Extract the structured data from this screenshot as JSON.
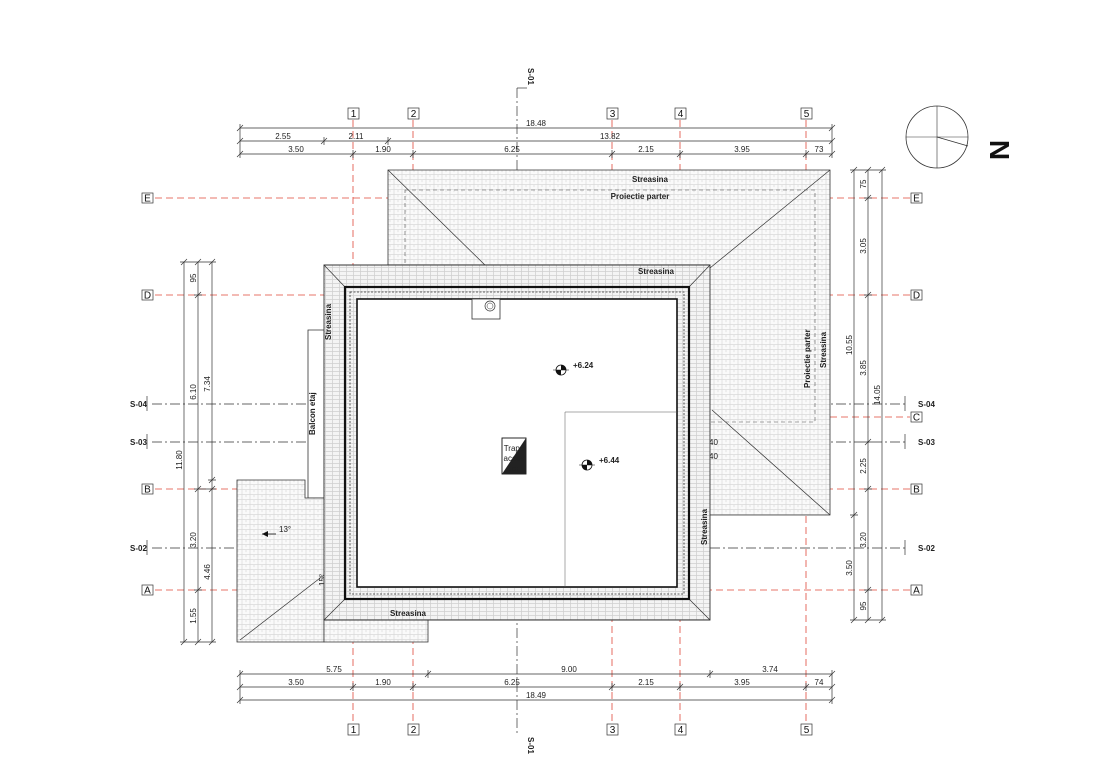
{
  "north": {
    "label": "N"
  },
  "axes_numbered": [
    "1",
    "2",
    "3",
    "4",
    "5"
  ],
  "axes_lettered": [
    "E",
    "D",
    "C",
    "B",
    "A"
  ],
  "sections": {
    "s01": "S-01",
    "s02": "S-02",
    "s03": "S-03",
    "s04": "S-04"
  },
  "dims_top": {
    "overall": "18.48",
    "r2": [
      "2.55",
      "2.11",
      "13.82"
    ],
    "r3": [
      "3.50",
      "1.90",
      "6.25",
      "2.15",
      "3.95",
      "73"
    ]
  },
  "dims_bottom": {
    "r1": [
      "5.75",
      "9.00",
      "3.74"
    ],
    "r2": [
      "3.50",
      "1.90",
      "6.25",
      "2.15",
      "3.95",
      "74"
    ],
    "overall": "18.49"
  },
  "dims_left": {
    "outer": "11.80",
    "mid": "7.34",
    "mid2": "4.46",
    "inner": [
      "95",
      "6.10",
      "3.20",
      "1.55"
    ]
  },
  "dims_right": {
    "inner": [
      "75",
      "3.05",
      "3.85",
      "2.25",
      "3.20",
      "95"
    ],
    "mid": [
      "10.55",
      "3.50"
    ],
    "outer": "14.05"
  },
  "labels": {
    "streasina": "Streasina",
    "proiectie_parter": "Proiectie parter",
    "balcon_etaj": "Balcon etaj",
    "trapa": [
      "Trapa",
      "acces",
      "pod"
    ],
    "level_1": "+6.24",
    "level_2": "+6.44",
    "slope_1": "13°",
    "slope_2": "15°",
    "small_1": "40",
    "small_2": "40"
  }
}
